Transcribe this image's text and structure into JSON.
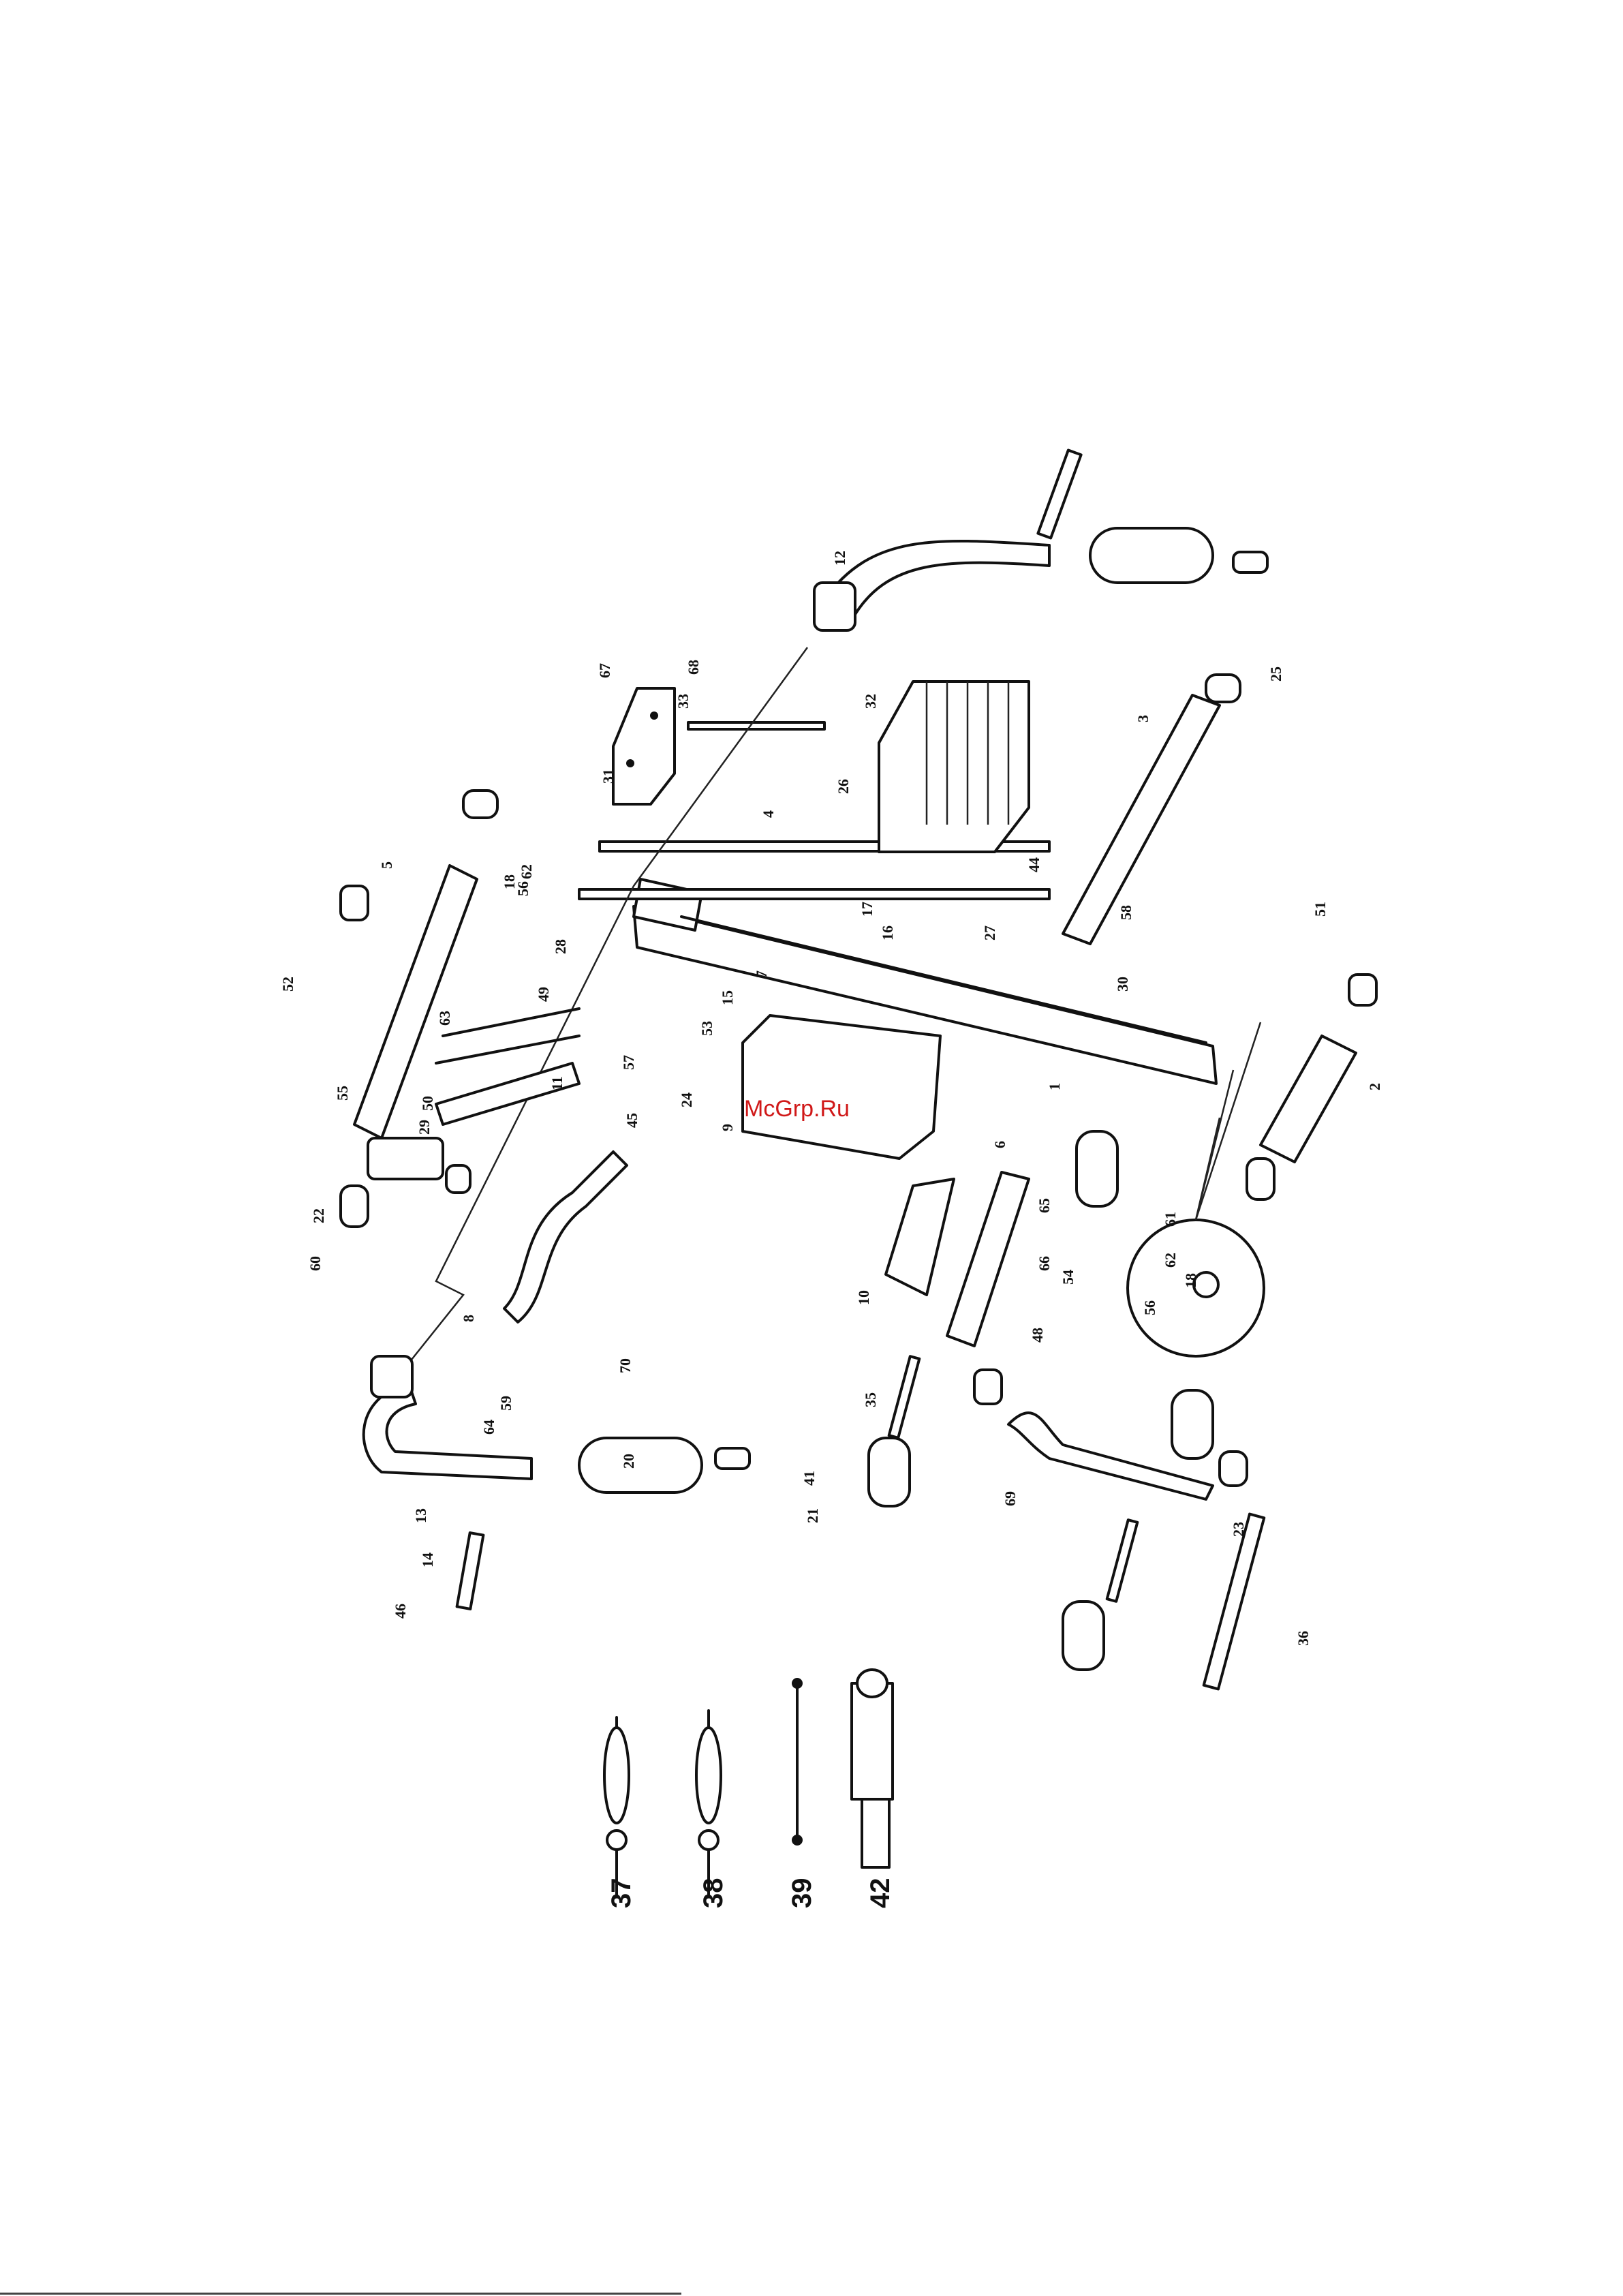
{
  "watermark": "McGrp.Ru",
  "callouts": [
    "1",
    "2",
    "3",
    "4",
    "5",
    "6",
    "7",
    "8",
    "9",
    "10",
    "11",
    "12",
    "13",
    "14",
    "15",
    "16",
    "17",
    "18",
    "20",
    "21",
    "22",
    "23",
    "24",
    "25",
    "26",
    "27",
    "28",
    "29",
    "30",
    "31",
    "32",
    "33",
    "35",
    "36",
    "41",
    "44",
    "45",
    "46",
    "48",
    "49",
    "50",
    "51",
    "52",
    "53",
    "54",
    "55",
    "56",
    "57",
    "58",
    "59",
    "60",
    "61",
    "62",
    "63",
    "64",
    "65",
    "66",
    "67",
    "68",
    "69",
    "70"
  ],
  "detail_callouts": [
    "62",
    "18",
    "56"
  ],
  "accessories": [
    {
      "label": "37"
    },
    {
      "label": "38"
    },
    {
      "label": "39"
    },
    {
      "label": "42"
    }
  ]
}
